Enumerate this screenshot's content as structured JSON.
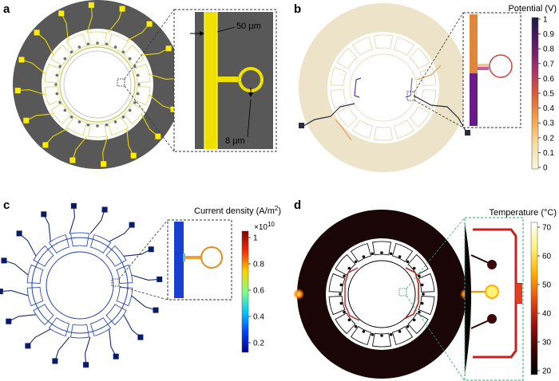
{
  "panels": {
    "a": {
      "label": "a",
      "annotations": {
        "width": "50 μm",
        "gap": "8 μm"
      }
    },
    "b": {
      "label": "b",
      "colorbar": {
        "title": "Potential (V)",
        "ticks": [
          "1",
          "0.9",
          "0.8",
          "0.7",
          "0.6",
          "0.5",
          "0.4",
          "0.3",
          "0.2",
          "0.1",
          "0"
        ],
        "colors": [
          "#1a1a40",
          "#5a1a6a",
          "#a0306e",
          "#d85a3a",
          "#f2a04a",
          "#f7dca0",
          "#fbf5dc"
        ]
      }
    },
    "c": {
      "label": "c",
      "colorbar": {
        "title": "Current density (A/m",
        "title_sup": "2",
        "title_end": ")",
        "multiplier": "×10",
        "multiplier_exp": "10",
        "ticks": [
          "1",
          "0.8",
          "0.6",
          "0.4",
          "0.2"
        ],
        "colors": [
          "#800000",
          "#ff2a00",
          "#ffd200",
          "#80ff80",
          "#00c8ff",
          "#0040ff",
          "#00008f"
        ]
      }
    },
    "d": {
      "label": "d",
      "colorbar": {
        "title": "Temperature (°C)",
        "ticks": [
          "70",
          "60",
          "50",
          "40",
          "30",
          "20"
        ],
        "colors": [
          "#ffffff",
          "#fff27a",
          "#ffb000",
          "#e85010",
          "#a01010",
          "#3a0505",
          "#000000"
        ]
      }
    }
  }
}
